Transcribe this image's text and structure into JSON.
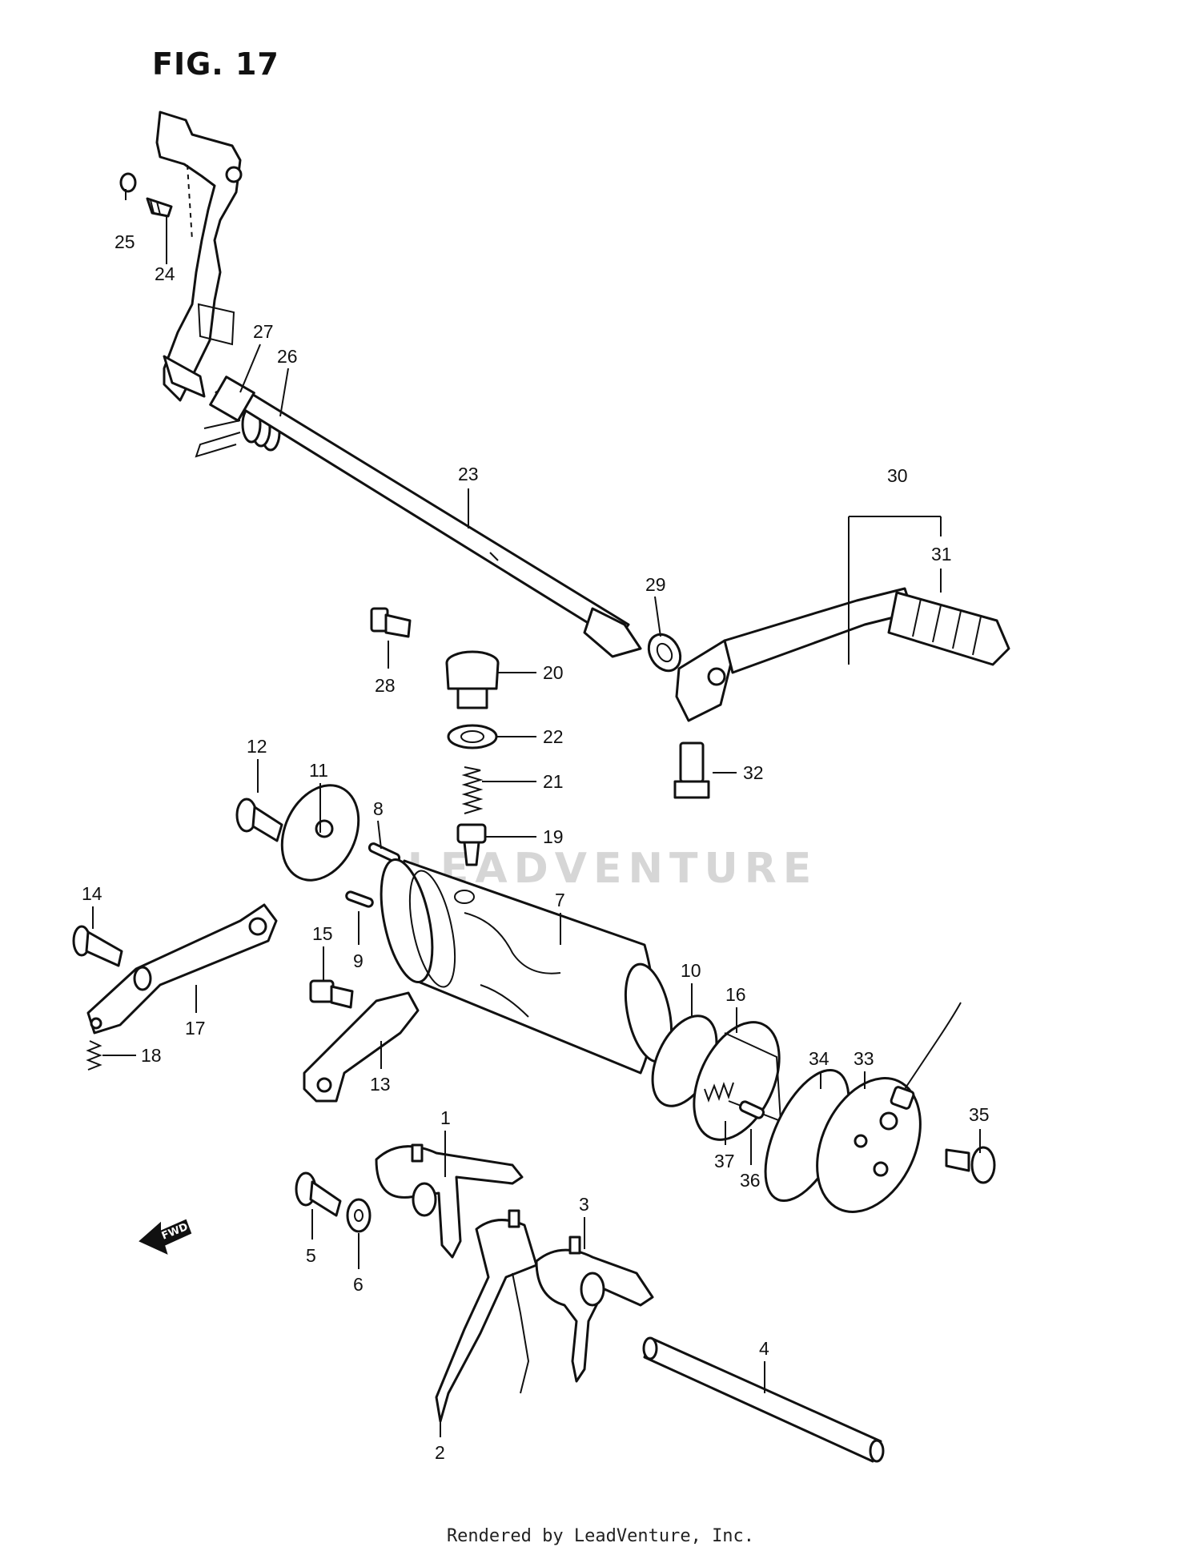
{
  "figure": {
    "title": "FIG. 17"
  },
  "footer": {
    "text": "Rendered by LeadVenture, Inc."
  },
  "watermark": {
    "text": "LEADVENTURE"
  },
  "direction_marker": {
    "text": "FWD"
  },
  "callouts": {
    "p1": "1",
    "p2": "2",
    "p3": "3",
    "p4": "4",
    "p5": "5",
    "p6": "6",
    "p7": "7",
    "p8": "8",
    "p9": "9",
    "p10": "10",
    "p11": "11",
    "p12": "12",
    "p13": "13",
    "p14": "14",
    "p15": "15",
    "p16": "16",
    "p17": "17",
    "p18": "18",
    "p19": "19",
    "p20": "20",
    "p21": "21",
    "p22": "22",
    "p23": "23",
    "p24": "24",
    "p25": "25",
    "p26": "26",
    "p27": "27",
    "p28": "28",
    "p29": "29",
    "p30": "30",
    "p31": "31",
    "p32": "32",
    "p33": "33",
    "p34": "34",
    "p35": "35",
    "p36": "36",
    "p37": "37"
  }
}
